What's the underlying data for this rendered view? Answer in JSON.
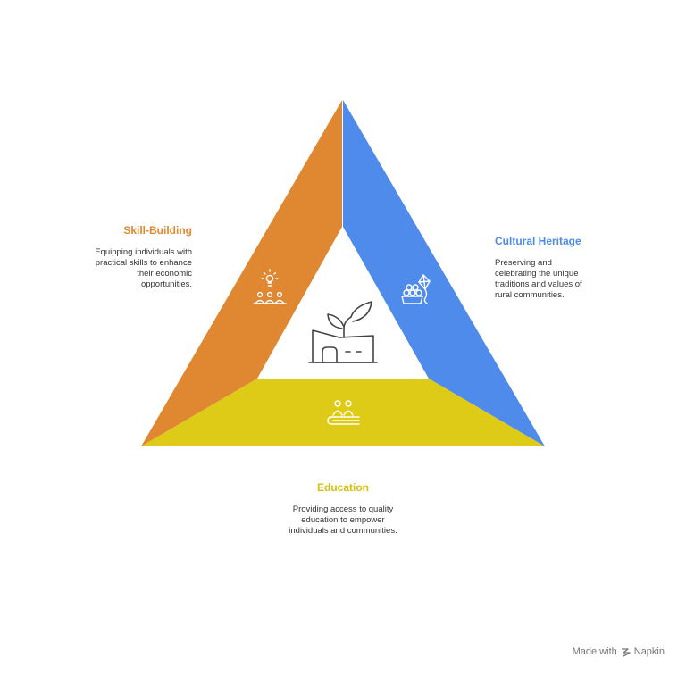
{
  "segments": {
    "skill": {
      "title": "Skill-Building",
      "description": "Equipping individuals with practical skills to enhance their economic opportunities.",
      "color": "#DF8731",
      "icon": "lightbulb-people-icon"
    },
    "culture": {
      "title": "Cultural Heritage",
      "description": "Preserving and celebrating the unique traditions and values of rural communities.",
      "color": "#4F8BEA",
      "icon": "kite-fruit-basket-icon"
    },
    "education": {
      "title": "Education",
      "description": "Providing access to quality education to empower individuals and communities.",
      "color": "#DECB17",
      "icon": "people-on-book-icon"
    }
  },
  "center": {
    "icon": "house-with-plant-icon"
  },
  "footer": {
    "made_with": "Made with",
    "brand": "Napkin",
    "icon": "napkin-logo-icon"
  }
}
